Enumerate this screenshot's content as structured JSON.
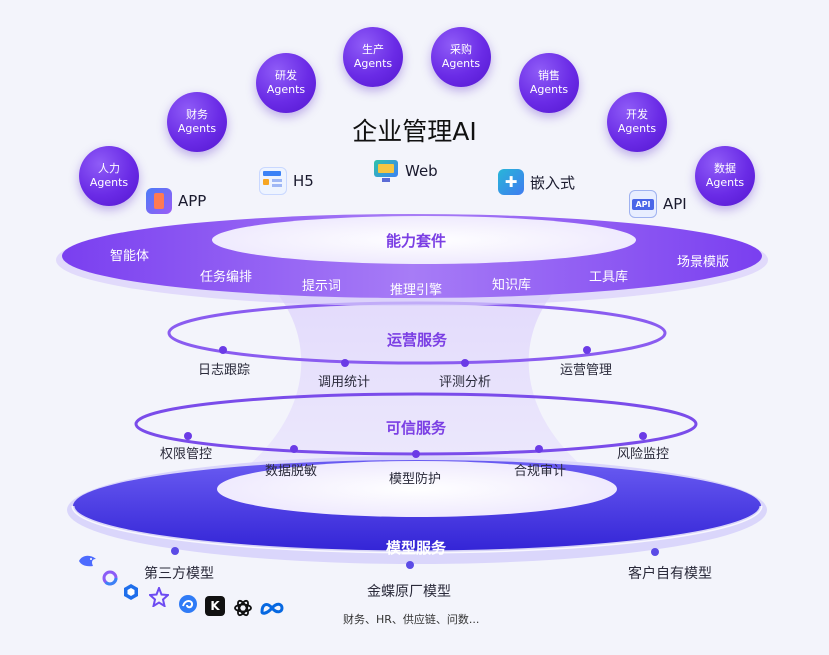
{
  "title": "企业管理AI",
  "agents": [
    {
      "name": "人力",
      "suffix": "Agents"
    },
    {
      "name": "财务",
      "suffix": "Agents"
    },
    {
      "name": "研发",
      "suffix": "Agents"
    },
    {
      "name": "生产",
      "suffix": "Agents"
    },
    {
      "name": "采购",
      "suffix": "Agents"
    },
    {
      "name": "销售",
      "suffix": "Agents"
    },
    {
      "name": "开发",
      "suffix": "Agents"
    },
    {
      "name": "数据",
      "suffix": "Agents"
    }
  ],
  "channels": {
    "app": "APP",
    "h5": "H5",
    "web": "Web",
    "embedded": "嵌入式",
    "api": "API",
    "api_badge": "API"
  },
  "capability": {
    "title": "能力套件",
    "items": [
      "智能体",
      "任务编排",
      "提示词",
      "推理引擎",
      "知识库",
      "工具库",
      "场景模版"
    ]
  },
  "operations": {
    "title": "运营服务",
    "items": [
      "日志跟踪",
      "调用统计",
      "评测分析",
      "运营管理"
    ]
  },
  "trust": {
    "title": "可信服务",
    "items": [
      "权限管控",
      "数据脱敏",
      "模型防护",
      "合规审计",
      "风险监控"
    ]
  },
  "model": {
    "title": "模型服务",
    "items": [
      "第三方模型",
      "金蝶原厂模型",
      "客户自有模型"
    ],
    "note": "财务、HR、供应链、问数..."
  },
  "model_logos": [
    "deepseek-logo",
    "ring-logo",
    "cube-logo",
    "star-logo",
    "swirl-logo",
    "k-logo",
    "openai-logo",
    "meta-logo"
  ],
  "colors": {
    "primary": "#6a2be6",
    "accent": "#7b3fe4",
    "deep": "#3d2bd8",
    "background": "#f3f4fb"
  }
}
